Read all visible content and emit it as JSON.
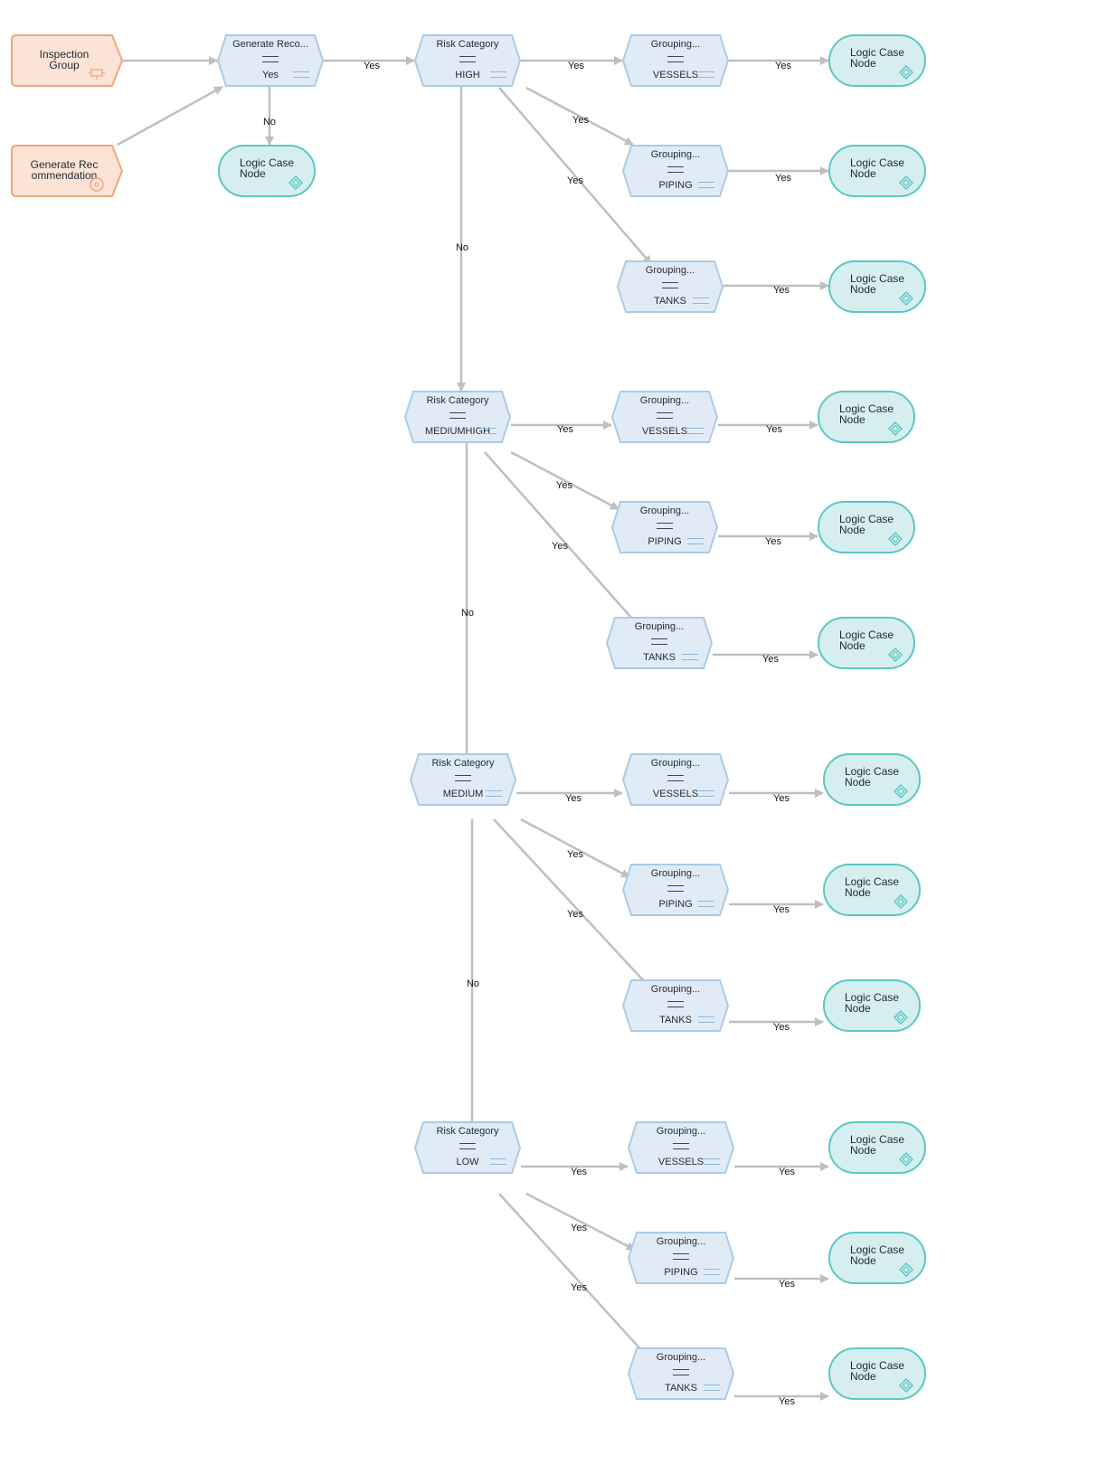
{
  "colors": {
    "edge": "#bfbfbf",
    "start_fill": "#fbe3d6",
    "start_stroke": "#f2a47e",
    "decision_fill": "#e1ebf5",
    "decision_stroke": "#a9cbe8",
    "decision_corner": "#8db8de",
    "terminal_fill": "#d6efee",
    "terminal_stroke": "#5bc7c5"
  },
  "nodes": [
    {
      "id": "inspection-group",
      "type": "start",
      "icon": "subflow-icon",
      "lines": [
        "Inspection",
        "Group"
      ]
    },
    {
      "id": "generate-recommendation",
      "type": "start",
      "icon": "gear-icon",
      "lines": [
        "Generate Rec",
        "ommendation"
      ]
    },
    {
      "id": "generate-reco-decision",
      "type": "decision",
      "title": "Generate Reco...",
      "value": "Yes"
    },
    {
      "id": "logic-case-root",
      "type": "terminal",
      "icon": "logic-case-icon",
      "lines": [
        "Logic Case",
        "Node"
      ]
    },
    {
      "id": "risk-high",
      "type": "decision",
      "title": "Risk Category",
      "value": "HIGH"
    },
    {
      "id": "high-vessels",
      "type": "decision",
      "title": "Grouping...",
      "value": "VESSELS"
    },
    {
      "id": "high-piping",
      "type": "decision",
      "title": "Grouping...",
      "value": "PIPING"
    },
    {
      "id": "high-tanks",
      "type": "decision",
      "title": "Grouping...",
      "value": "TANKS"
    },
    {
      "id": "lc-high-vessels",
      "type": "terminal",
      "icon": "logic-case-icon",
      "lines": [
        "Logic Case",
        "Node"
      ]
    },
    {
      "id": "lc-high-piping",
      "type": "terminal",
      "icon": "logic-case-icon",
      "lines": [
        "Logic Case",
        "Node"
      ]
    },
    {
      "id": "lc-high-tanks",
      "type": "terminal",
      "icon": "logic-case-icon",
      "lines": [
        "Logic Case",
        "Node"
      ]
    },
    {
      "id": "risk-mediumhigh",
      "type": "decision",
      "title": "Risk Category",
      "value": "MEDIUMHIGH"
    },
    {
      "id": "mh-vessels",
      "type": "decision",
      "title": "Grouping...",
      "value": "VESSELS"
    },
    {
      "id": "mh-piping",
      "type": "decision",
      "title": "Grouping...",
      "value": "PIPING"
    },
    {
      "id": "mh-tanks",
      "type": "decision",
      "title": "Grouping...",
      "value": "TANKS"
    },
    {
      "id": "lc-mh-vessels",
      "type": "terminal",
      "icon": "logic-case-icon",
      "lines": [
        "Logic Case",
        "Node"
      ]
    },
    {
      "id": "lc-mh-piping",
      "type": "terminal",
      "icon": "logic-case-icon",
      "lines": [
        "Logic Case",
        "Node"
      ]
    },
    {
      "id": "lc-mh-tanks",
      "type": "terminal",
      "icon": "logic-case-icon",
      "lines": [
        "Logic Case",
        "Node"
      ]
    },
    {
      "id": "risk-medium",
      "type": "decision",
      "title": "Risk Category",
      "value": "MEDIUM"
    },
    {
      "id": "med-vessels",
      "type": "decision",
      "title": "Grouping...",
      "value": "VESSELS"
    },
    {
      "id": "med-piping",
      "type": "decision",
      "title": "Grouping...",
      "value": "PIPING"
    },
    {
      "id": "med-tanks",
      "type": "decision",
      "title": "Grouping...",
      "value": "TANKS"
    },
    {
      "id": "lc-med-vessels",
      "type": "terminal",
      "icon": "logic-case-icon",
      "lines": [
        "Logic Case",
        "Node"
      ]
    },
    {
      "id": "lc-med-piping",
      "type": "terminal",
      "icon": "logic-case-icon",
      "lines": [
        "Logic Case",
        "Node"
      ]
    },
    {
      "id": "lc-med-tanks",
      "type": "terminal",
      "icon": "logic-case-icon",
      "lines": [
        "Logic Case",
        "Node"
      ]
    },
    {
      "id": "risk-low",
      "type": "decision",
      "title": "Risk Category",
      "value": "LOW"
    },
    {
      "id": "low-vessels",
      "type": "decision",
      "title": "Grouping...",
      "value": "VESSELS"
    },
    {
      "id": "low-piping",
      "type": "decision",
      "title": "Grouping...",
      "value": "PIPING"
    },
    {
      "id": "low-tanks",
      "type": "decision",
      "title": "Grouping...",
      "value": "TANKS"
    },
    {
      "id": "lc-low-vessels",
      "type": "terminal",
      "icon": "logic-case-icon",
      "lines": [
        "Logic Case",
        "Node"
      ]
    },
    {
      "id": "lc-low-piping",
      "type": "terminal",
      "icon": "logic-case-icon",
      "lines": [
        "Logic Case",
        "Node"
      ]
    },
    {
      "id": "lc-low-tanks",
      "type": "terminal",
      "icon": "logic-case-icon",
      "lines": [
        "Logic Case",
        "Node"
      ]
    }
  ],
  "edges": [
    {
      "from": "inspection-group",
      "to": "generate-reco-decision",
      "label": ""
    },
    {
      "from": "generate-recommendation",
      "to": "generate-reco-decision",
      "label": ""
    },
    {
      "from": "generate-reco-decision",
      "to": "logic-case-root",
      "label": "No"
    },
    {
      "from": "generate-reco-decision",
      "to": "risk-high",
      "label": "Yes"
    },
    {
      "from": "risk-high",
      "to": "high-vessels",
      "label": "Yes"
    },
    {
      "from": "risk-high",
      "to": "high-piping",
      "label": "Yes"
    },
    {
      "from": "risk-high",
      "to": "high-tanks",
      "label": "Yes"
    },
    {
      "from": "high-vessels",
      "to": "lc-high-vessels",
      "label": "Yes"
    },
    {
      "from": "high-piping",
      "to": "lc-high-piping",
      "label": "Yes"
    },
    {
      "from": "high-tanks",
      "to": "lc-high-tanks",
      "label": "Yes"
    },
    {
      "from": "risk-high",
      "to": "risk-mediumhigh",
      "label": "No"
    },
    {
      "from": "risk-mediumhigh",
      "to": "mh-vessels",
      "label": "Yes"
    },
    {
      "from": "risk-mediumhigh",
      "to": "mh-piping",
      "label": "Yes"
    },
    {
      "from": "risk-mediumhigh",
      "to": "mh-tanks",
      "label": "Yes"
    },
    {
      "from": "mh-vessels",
      "to": "lc-mh-vessels",
      "label": "Yes"
    },
    {
      "from": "mh-piping",
      "to": "lc-mh-piping",
      "label": "Yes"
    },
    {
      "from": "mh-tanks",
      "to": "lc-mh-tanks",
      "label": "Yes"
    },
    {
      "from": "risk-mediumhigh",
      "to": "risk-medium",
      "label": "No"
    },
    {
      "from": "risk-medium",
      "to": "med-vessels",
      "label": "Yes"
    },
    {
      "from": "risk-medium",
      "to": "med-piping",
      "label": "Yes"
    },
    {
      "from": "risk-medium",
      "to": "med-tanks",
      "label": "Yes"
    },
    {
      "from": "med-vessels",
      "to": "lc-med-vessels",
      "label": "Yes"
    },
    {
      "from": "med-piping",
      "to": "lc-med-piping",
      "label": "Yes"
    },
    {
      "from": "med-tanks",
      "to": "lc-med-tanks",
      "label": "Yes"
    },
    {
      "from": "risk-medium",
      "to": "risk-low",
      "label": "No"
    },
    {
      "from": "risk-low",
      "to": "low-vessels",
      "label": "Yes"
    },
    {
      "from": "risk-low",
      "to": "low-piping",
      "label": "Yes"
    },
    {
      "from": "risk-low",
      "to": "low-tanks",
      "label": "Yes"
    },
    {
      "from": "low-vessels",
      "to": "lc-low-vessels",
      "label": "Yes"
    },
    {
      "from": "low-piping",
      "to": "lc-low-piping",
      "label": "Yes"
    },
    {
      "from": "low-tanks",
      "to": "lc-low-tanks",
      "label": "Yes"
    }
  ]
}
